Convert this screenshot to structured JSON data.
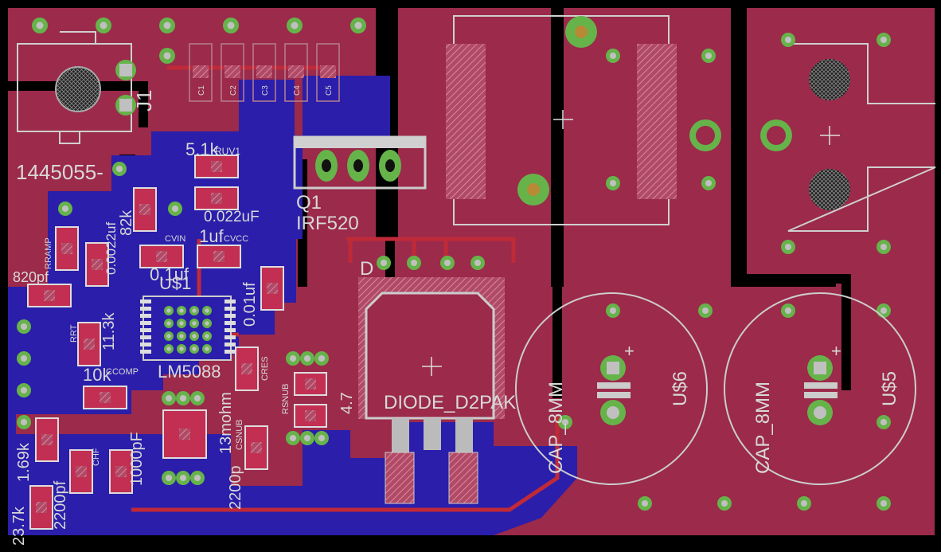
{
  "colors": {
    "background": "#000000",
    "top_copper": "#9b2a4b",
    "bottom_copper": "#2a1eaa",
    "silkscreen": "#d8d8d8",
    "pad": "#66b34a"
  },
  "icons": {
    "mounting_hole": "crosshatch-circle-icon",
    "origin": "crosshair-icon"
  },
  "labels": {
    "j1_part": "1445055-",
    "j1_ref": "J1",
    "r_5k1": "5.1k",
    "rv1": "RUV1",
    "c_022": "0.022uF",
    "c_1uf": "1uf",
    "c_01uf": "0.1uf",
    "cvin": "CVIN",
    "cvcc": "CVCC",
    "q1_ref": "Q1",
    "q1_part": "IRF520",
    "d_ref": "D",
    "diode_part": "DIODE_D2PAK",
    "u1_ref": "U$1",
    "u1_part": "LM5088",
    "r_82k": "82k",
    "c_0022": "0.0022uf",
    "rramp": "RRAMP",
    "c_820pf": "820pf",
    "r_11k3": "11.3k",
    "rrt": "RRT",
    "r_10k": "10k",
    "ccomp": "CCOMP",
    "r_169k": "1.69k",
    "r_237k": "23.7k",
    "c_2200pf": "2200pf",
    "chf": "CHF",
    "c_1000pf": "1000pF",
    "c_01uf_b": "0.01uf",
    "cres": "CRES",
    "rsnub": "RSNUB",
    "r_47": "4.7",
    "c_13mohm": "13mohm",
    "c_2200p": "2200p",
    "csnub": "CSNUB",
    "cap1_part": "CAP_8MM",
    "cap1_ref": "U$6",
    "cap2_part": "CAP_8MM",
    "cap2_ref": "U$5",
    "plus": "+",
    "resistor_row": [
      "C1",
      "C2",
      "C3",
      "C4",
      "C5"
    ]
  }
}
